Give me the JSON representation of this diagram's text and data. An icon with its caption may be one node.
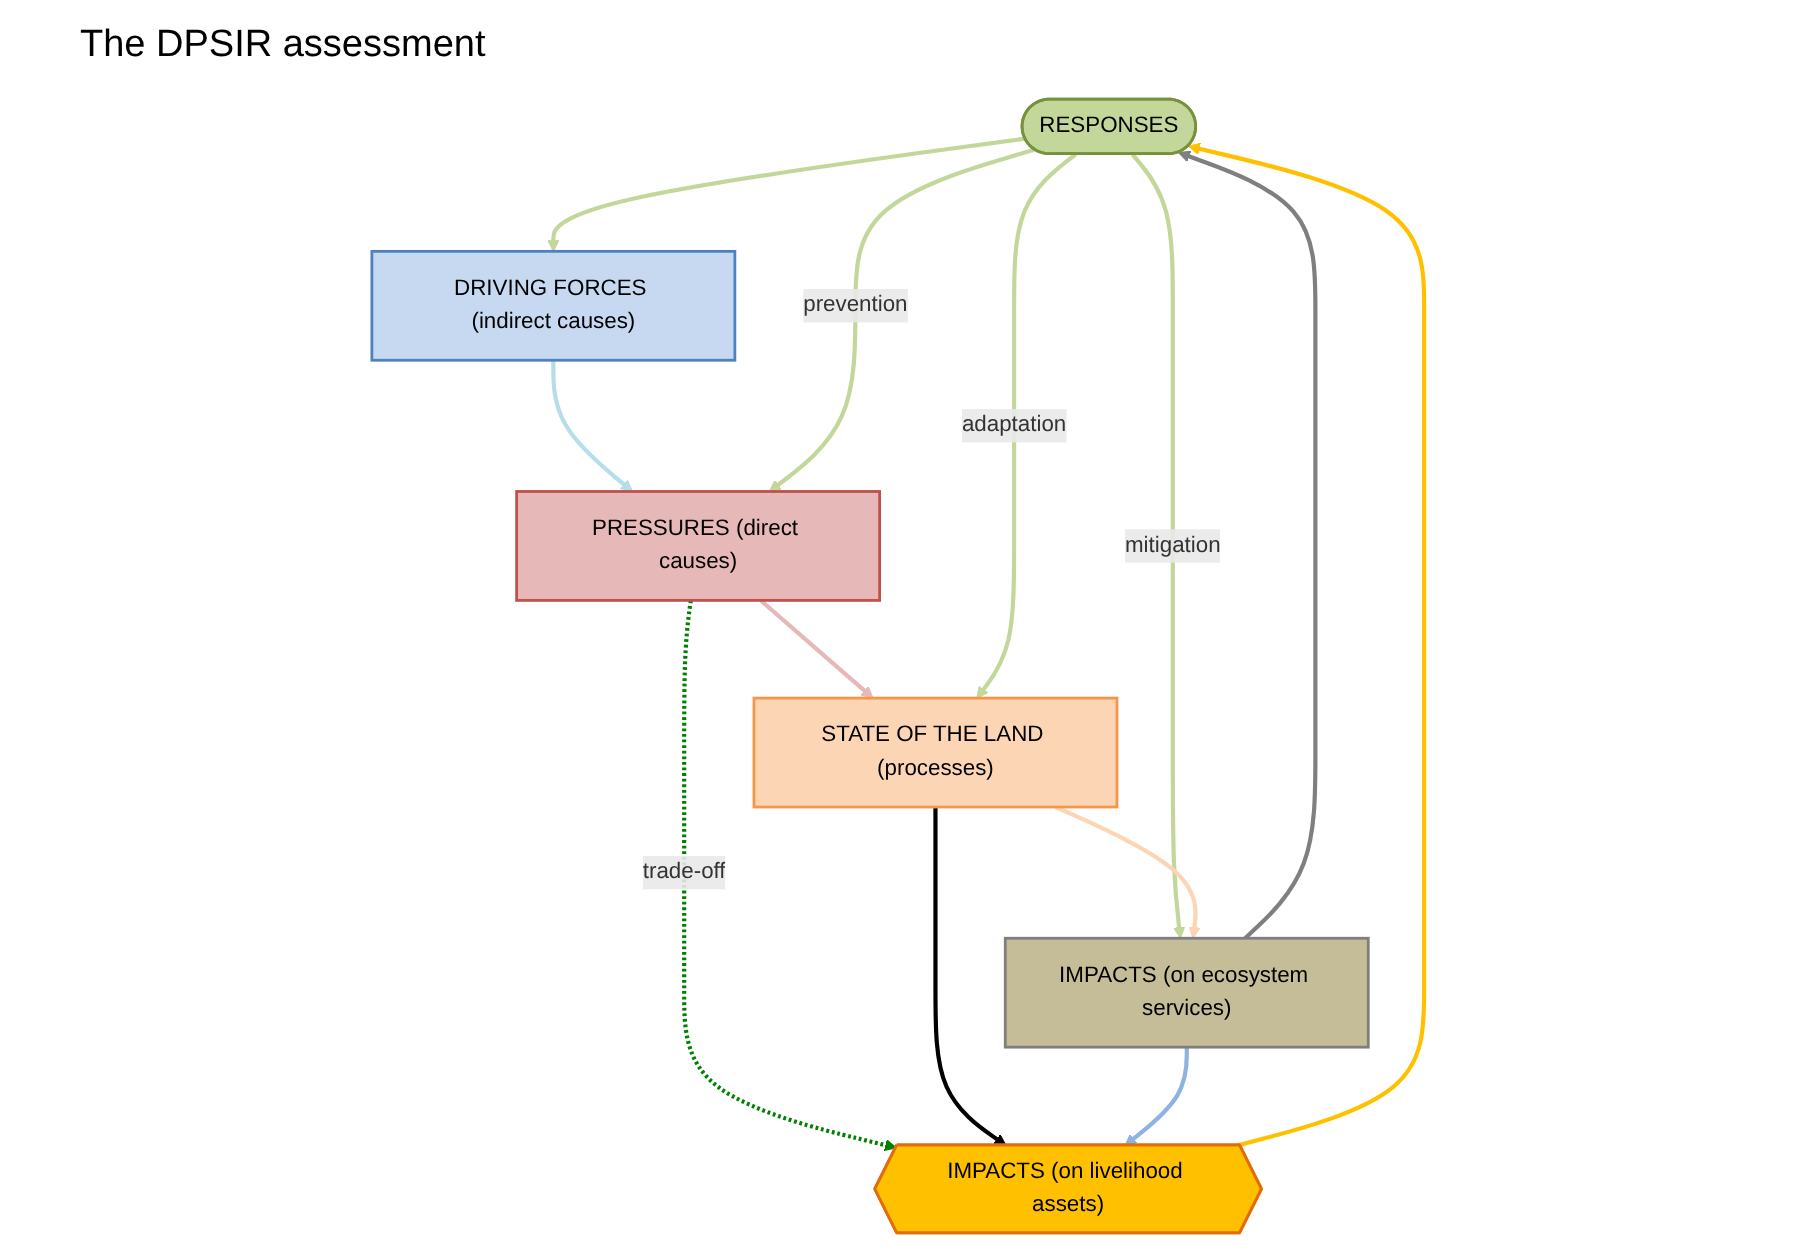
{
  "diagram": {
    "title": "The DPSIR assessment",
    "nodes": [
      {
        "text": [
          "RESPONSES"
        ]
      },
      {
        "text": [
          "DRIVING FORCES (indirect causes)"
        ]
      },
      {
        "text": [
          "PRESSURES (direct causes)"
        ]
      },
      {
        "text": [
          "STATE OF THE LAND (processes)"
        ]
      },
      {
        "text": [
          "IMPACTS (on ecosystem services)"
        ]
      },
      {
        "text": [
          "IMPACTS (on livelihood assets)"
        ]
      }
    ],
    "edges": [
      {
        "from": 0,
        "to": 1,
        "arrow": "to",
        "color": "#c4d79b"
      },
      {
        "from": 1,
        "to": 2,
        "arrow": "to",
        "color": "#b7dee8"
      },
      {
        "from": 0,
        "to": 2,
        "arrow": "to",
        "label": "prevention",
        "color": "#c4d79b"
      },
      {
        "from": 2,
        "to": 3,
        "arrow": "to",
        "color": "#e6b9b8"
      },
      {
        "from": 0,
        "to": 3,
        "arrow": "to",
        "label": "adaptation",
        "color": "#c4d79b"
      },
      {
        "from": 0,
        "to": 4,
        "arrow": "to",
        "label": "mitigation",
        "color": "#c4d79b"
      },
      {
        "from": 4,
        "to": 0,
        "arrow": "to",
        "color": "#7f7f7f"
      },
      {
        "from": 3,
        "to": 4,
        "arrow": "to",
        "color": "#fcd5b5"
      },
      {
        "from": 2,
        "to": 5,
        "arrow": "to",
        "label": "trade-off",
        "style": "dashed",
        "color": "#008000"
      },
      {
        "from": 3,
        "to": 5,
        "arrow": "to",
        "color": "#000000"
      },
      {
        "from": 4,
        "to": 5,
        "arrow": "to",
        "color": "#8db3e2"
      },
      {
        "from": 5,
        "to": 0,
        "arrow": "to",
        "color": "#ffc000"
      }
    ]
  }
}
